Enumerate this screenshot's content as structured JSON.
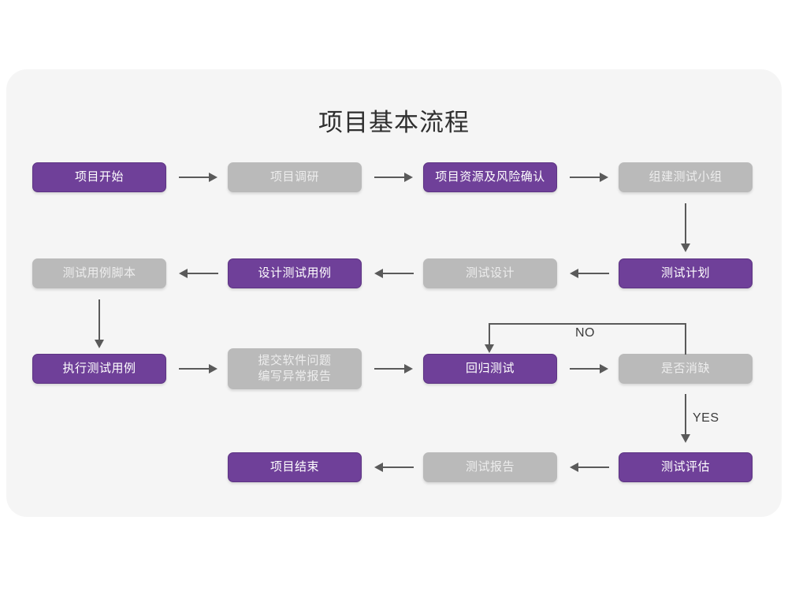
{
  "diagram": {
    "title": "项目基本流程",
    "colors": {
      "canvas": "#ffffff",
      "card": "#f5f5f5",
      "purple": "#6f4099",
      "purple_border": "#5d3483",
      "gray": "#bababa",
      "gray_text": "#ededed",
      "connector": "#5a5a5a",
      "title_text": "#2f2f2f"
    },
    "nodes": [
      {
        "id": "n1",
        "label": "项目开始",
        "style": "purple"
      },
      {
        "id": "n2",
        "label": "项目调研",
        "style": "gray"
      },
      {
        "id": "n3",
        "label": "项目资源及风险确认",
        "style": "purple"
      },
      {
        "id": "n4",
        "label": "组建测试小组",
        "style": "gray"
      },
      {
        "id": "n5",
        "label": "测试计划",
        "style": "purple"
      },
      {
        "id": "n6",
        "label": "测试设计",
        "style": "gray"
      },
      {
        "id": "n7",
        "label": "设计测试用例",
        "style": "purple"
      },
      {
        "id": "n8",
        "label": "测试用例脚本",
        "style": "gray"
      },
      {
        "id": "n9",
        "label": "执行测试用例",
        "style": "purple"
      },
      {
        "id": "n10",
        "label": "提交软件问题\n编写异常报告",
        "style": "gray"
      },
      {
        "id": "n11",
        "label": "回归测试",
        "style": "purple"
      },
      {
        "id": "n12",
        "label": "是否消缺",
        "style": "gray"
      },
      {
        "id": "n13",
        "label": "测试评估",
        "style": "purple"
      },
      {
        "id": "n14",
        "label": "测试报告",
        "style": "gray"
      },
      {
        "id": "n15",
        "label": "项目结束",
        "style": "purple"
      }
    ],
    "edge_labels": {
      "no": "NO",
      "yes": "YES"
    }
  }
}
